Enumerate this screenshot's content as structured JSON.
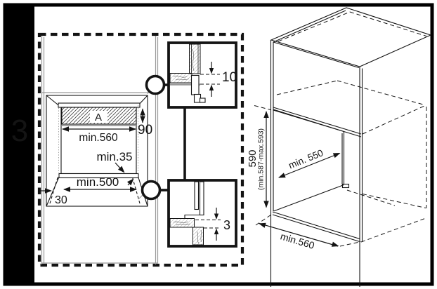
{
  "figure": {
    "step_number": "3"
  },
  "colors": {
    "outline": "#141414",
    "gray_line": "#9a9a9a",
    "background": "#ffffff",
    "sidebar_bg": "#000000",
    "sidebar_text": "#ffffff"
  },
  "front_view": {
    "insert_label": "A",
    "top_width": "min.560",
    "vent_height": "90",
    "vent_depth": "min.35",
    "bottom_width": "min.500",
    "corner_cut": "30"
  },
  "detail_top": {
    "gap": "10"
  },
  "detail_bottom": {
    "gap": "3"
  },
  "cabinet_3d": {
    "niche_height": "590",
    "niche_height_range": "(min.587-max.593)",
    "niche_depth": "min. 550",
    "niche_width": "min.560"
  }
}
